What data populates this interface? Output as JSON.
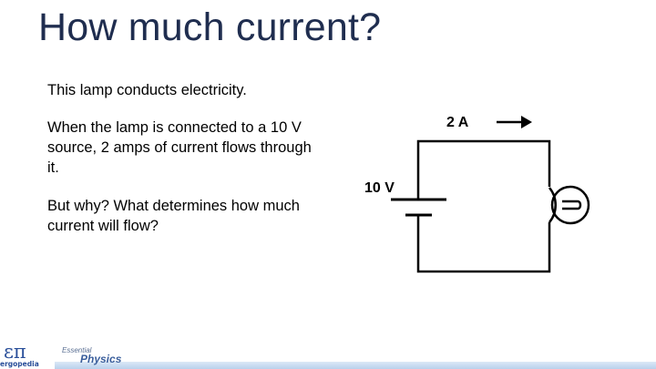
{
  "slide": {
    "title": "How much current?",
    "paragraphs": [
      "This lamp conducts electricity.",
      "When the lamp is connected to a 10 V source, 2 amps of current flows through it.",
      "But why?  What determines how much current will flow?"
    ]
  },
  "diagram": {
    "current_label": "2 A",
    "voltage_label": "10 V"
  },
  "footer": {
    "brand_symbol": "επ",
    "brand_name": "ergopedia",
    "course_top": "Essential",
    "course_main": "Physics"
  }
}
